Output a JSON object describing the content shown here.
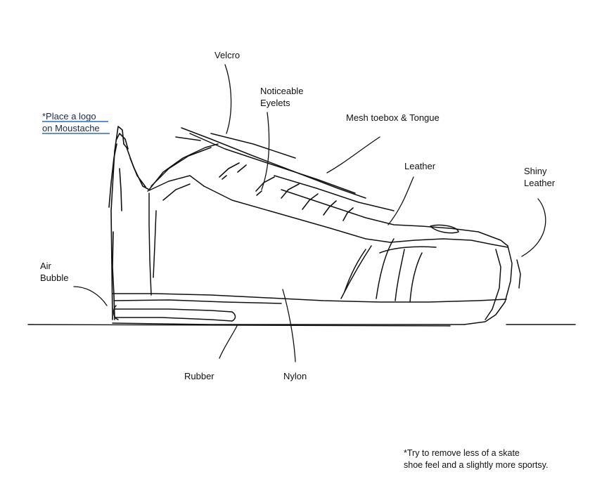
{
  "labels": {
    "velcro": "Velcro",
    "eyelets": "Noticeable\nEyelets",
    "mesh": "Mesh toebox & Tongue",
    "leather": "Leather",
    "shiny_leather": "Shiny\nLeather",
    "logo": "*Place a logo\non Moustache",
    "air_bubble": "Air\nBubble",
    "rubber": "Rubber",
    "nylon": "Nylon"
  },
  "note": "*Try to remove less of a skate\nshoe feel and a slightly more sportsy.",
  "colors": {
    "ink": "#111111",
    "logo_underline": "#5b8fd6",
    "background": "#ffffff"
  }
}
